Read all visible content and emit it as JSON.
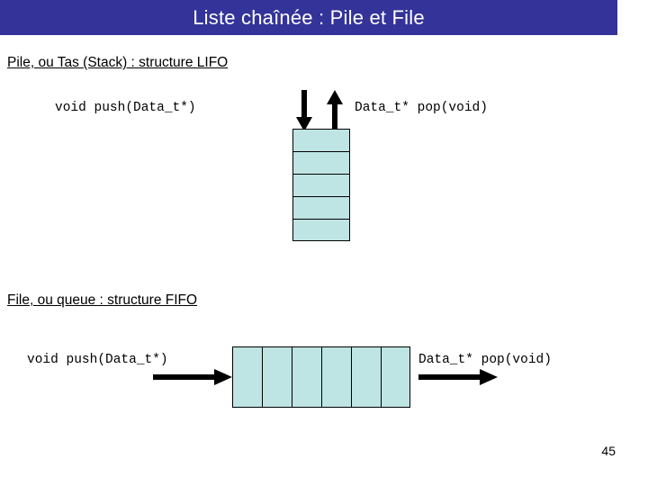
{
  "slide": {
    "title": "Liste chaînée : Pile et File",
    "page_number": "45",
    "title_bar_color": "#333399",
    "title_text_color": "#ffffff",
    "cell_fill_color": "#bfe4e4",
    "cell_border_color": "#000000"
  },
  "stack_section": {
    "heading": "Pile, ou Tas (Stack) : structure LIFO",
    "push_label": "void push(Data_t*)",
    "pop_label": "Data_t* pop(void)",
    "cell_count": 5,
    "push_arrow_name": "down-arrow-icon",
    "pop_arrow_name": "up-arrow-icon"
  },
  "queue_section": {
    "heading": "File, ou queue : structure FIFO",
    "push_label": "void push(Data_t*)",
    "pop_label": "Data_t* pop(void)",
    "cell_count": 6,
    "push_arrow_name": "right-arrow-icon",
    "pop_arrow_name": "right-arrow-icon"
  }
}
